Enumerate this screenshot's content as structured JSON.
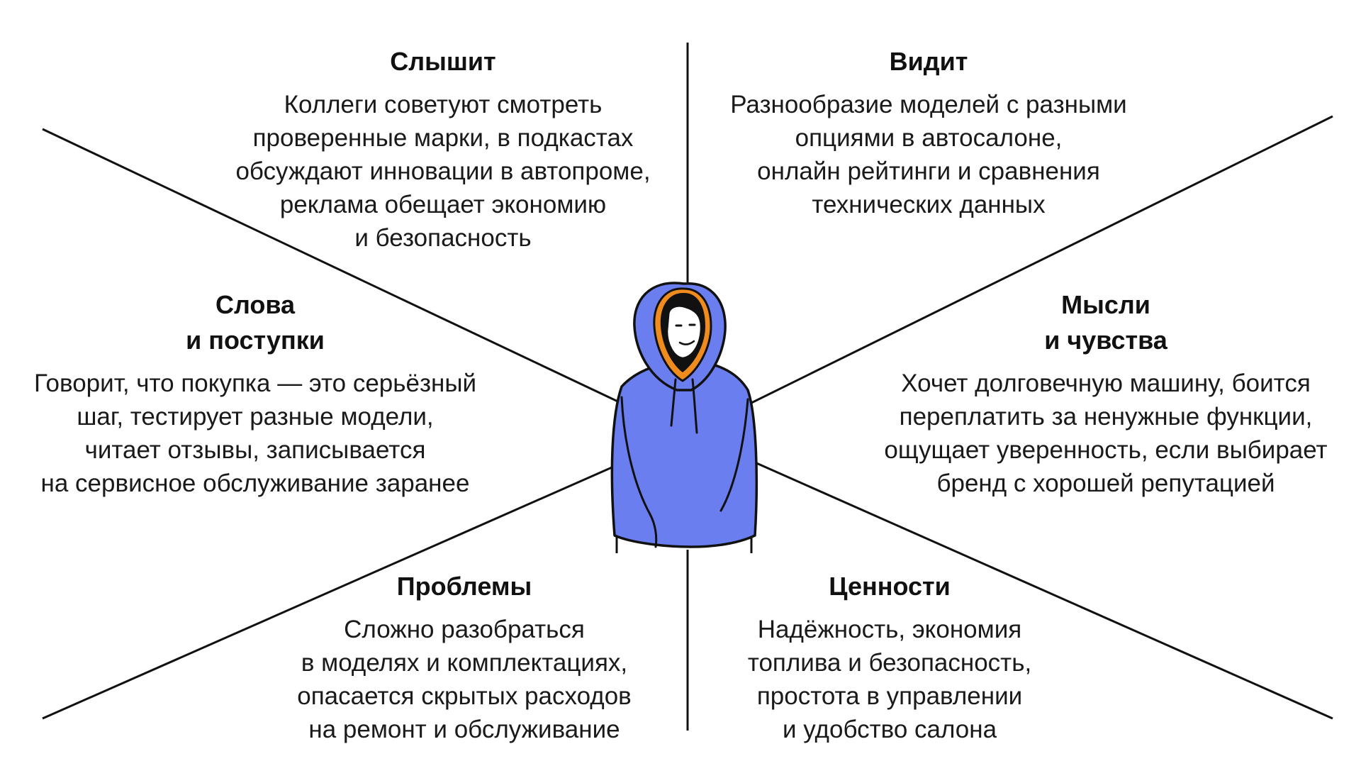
{
  "diagram": {
    "center_figure": "person-in-hoodie",
    "colors": {
      "hoodie": "#6b7ef0",
      "hood_lining": "#f08c1e",
      "outline": "#111111",
      "lines": "#111111"
    }
  },
  "sections": {
    "hears": {
      "title": "Слышит",
      "text": "Коллеги советуют смотреть\nпроверенные марки, в подкастах\nобсуждают инновации в автопроме,\nреклама обещает экономию\nи безопасность"
    },
    "sees": {
      "title": "Видит",
      "text": "Разнообразие моделей с разными\nопциями в автосалоне,\nонлайн рейтинги и сравнения\nтехнических данных"
    },
    "says_does": {
      "title": "Слова\nи поступки",
      "text": "Говорит, что покупка — это серьёзный\nшаг, тестирует разные модели,\nчитает отзывы, записывается\nна сервисное обслуживание заранее"
    },
    "thinks_feels": {
      "title": "Мысли\nи чувства",
      "text": "Хочет долговечную машину, боится\nпереплатить за ненужные функции,\nощущает уверенность, если выбирает\nбренд с хорошей репутацией"
    },
    "pains": {
      "title": "Проблемы",
      "text": "Сложно разобраться\nв моделях и комплектациях,\nопасается скрытых расходов\nна ремонт и обслуживание"
    },
    "values": {
      "title": "Ценности",
      "text": "Надёжность, экономия\nтоплива и безопасность,\nпростота в управлении\nи удобство салона"
    }
  }
}
